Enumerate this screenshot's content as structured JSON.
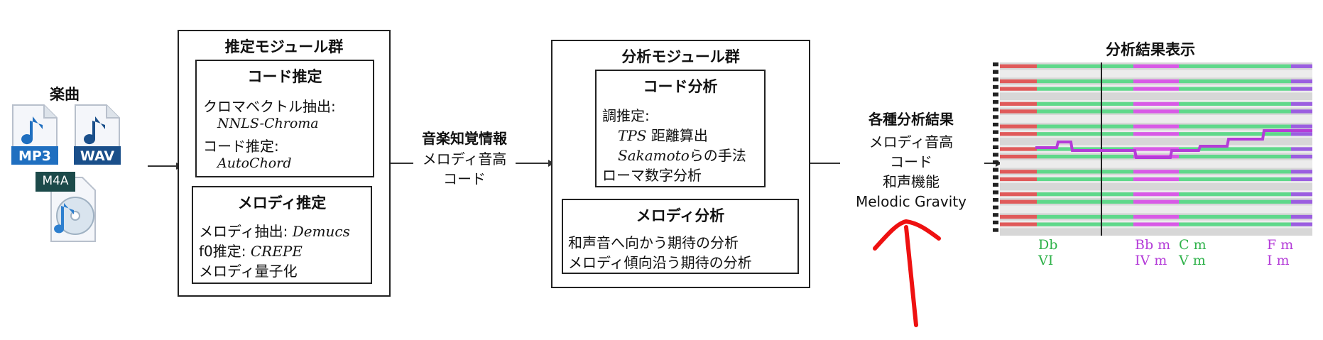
{
  "input": {
    "title": "楽曲",
    "files": [
      {
        "label": "MP3",
        "icon": "mp3-file-icon"
      },
      {
        "label": "WAV",
        "icon": "wav-file-icon"
      },
      {
        "label": "M4A",
        "icon": "m4a-music-cd-icon"
      }
    ]
  },
  "estimation": {
    "title": "推定モジュール群",
    "chord": {
      "title": "コード推定",
      "line1": "クロマベクトル抽出:",
      "line1_sub": "NNLS-Chroma",
      "line2": "コード推定:",
      "line2_sub": "AutoChord"
    },
    "melody": {
      "title": "メロディ推定",
      "line1": "メロディ抽出: ",
      "line1_tool": "Demucs",
      "line2": "f0推定: ",
      "line2_tool": "CREPE",
      "line3": "メロディ量子化"
    }
  },
  "perception": {
    "title": "音楽知覚情報",
    "line1": "メロディ音高",
    "line2": "コード"
  },
  "analysis": {
    "title": "分析モジュール群",
    "chord": {
      "title": "コード分析",
      "line1": "調推定:",
      "line2_a": "TPS",
      "line2_b": " 距離算出",
      "line3_a": "Sakamoto",
      "line3_b": "らの手法",
      "line4": "ローマ数字分析"
    },
    "melody": {
      "title": "メロディ分析",
      "line1": "和声音へ向かう期待の分析",
      "line2": "メロディ傾向沿う期待の分析"
    }
  },
  "results": {
    "title": "各種分析結果",
    "items": [
      "メロディ音高",
      "コード",
      "和声機能",
      "Melodic Gravity"
    ]
  },
  "display": {
    "title": "分析結果表示",
    "chords": [
      {
        "name": "Db",
        "roman": "VI",
        "color": "#2fb24a"
      },
      {
        "name": "Bb m",
        "roman": "IV m",
        "color": "#b43cd8"
      },
      {
        "name": "C m",
        "roman": "V m",
        "color": "#2fb24a"
      },
      {
        "name": "F m",
        "roman": "I m",
        "color": "#b43cd8"
      }
    ]
  },
  "colors": {
    "annotation_red": "#ee1111",
    "bar_red": "#e05a5a",
    "bar_green": "#5fd88a",
    "bar_magenta": "#d85ae6",
    "bar_purple": "#9b5ee0",
    "bar_gray": "#c8c8c8"
  }
}
